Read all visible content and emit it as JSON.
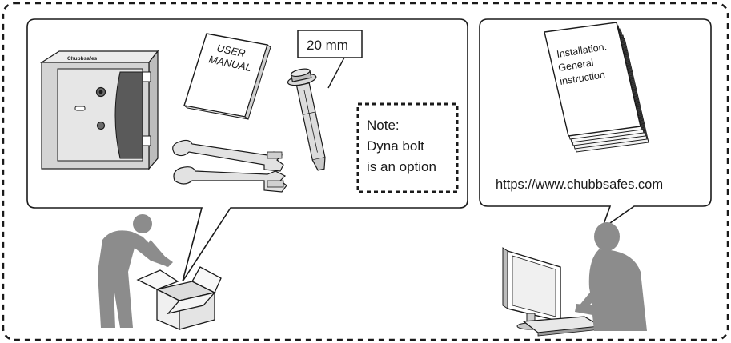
{
  "left_panel": {
    "manual_title_line1": "USER",
    "manual_title_line2": "MANUAL",
    "safe_brand": "Chubbsafes",
    "bolt_size_label": "20 mm",
    "note_line1": "Note:",
    "note_line2": "Dyna bolt",
    "note_line3": "is an option"
  },
  "right_panel": {
    "booklet_line1": "Installation.",
    "booklet_line2": "General",
    "booklet_line3": "instruction",
    "website": "https://www.chubbsafes.com"
  },
  "colors": {
    "figure_gray": "#8c8c8c",
    "safe_gray": "#d4d4d4",
    "safe_dark": "#5a5a5a",
    "outline": "#1a1a1a"
  },
  "icons": [
    "safe-icon",
    "user-manual-icon",
    "key-icon",
    "dyna-bolt-icon",
    "booklet-icon",
    "person-unpacking-icon",
    "box-icon",
    "person-computer-icon",
    "computer-monitor-icon",
    "keyboard-icon"
  ]
}
